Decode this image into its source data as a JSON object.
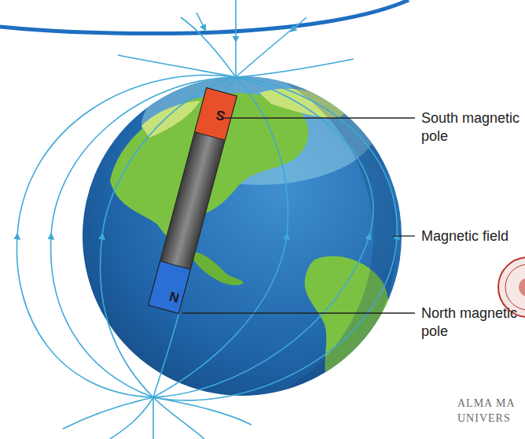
{
  "diagram": {
    "labels": [
      "South magnetic pole",
      "Magnetic field",
      "North magnetic pole",
      "S",
      "N",
      "ALMA MA",
      "UNIVERS"
    ]
  }
}
